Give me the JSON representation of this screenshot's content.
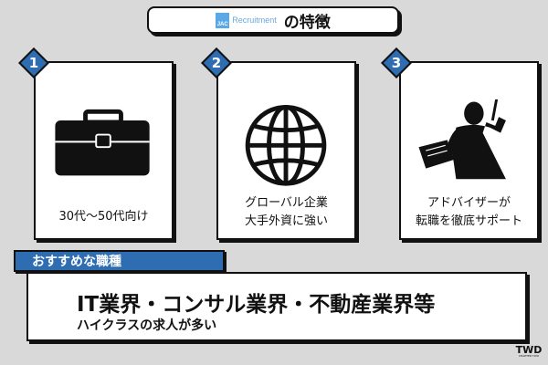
{
  "header": {
    "logo_mark": "JAC",
    "logo_text": "Recruitment",
    "title_suffix": "の特徴"
  },
  "features": [
    {
      "number": "1",
      "icon": "briefcase-icon",
      "lines": [
        "30代〜50代向け"
      ]
    },
    {
      "number": "2",
      "icon": "globe-icon",
      "lines": [
        "グローバル企業",
        "大手外資に強い"
      ]
    },
    {
      "number": "3",
      "icon": "advisor-silhouette-icon",
      "lines": [
        "アドバイザーが",
        "転職を徹底サポート"
      ]
    }
  ],
  "recommended": {
    "label": "おすすめな職種",
    "title": "IT業界・コンサル業界・不動産業界等",
    "subtitle": "ハイクラスの求人が多い"
  },
  "corner_logo": {
    "main": "TWD",
    "small": "CHAPTER TWO"
  },
  "colors": {
    "accent": "#2f6db3",
    "background": "#d9d9d9",
    "logo_blue": "#5aa9e6"
  }
}
